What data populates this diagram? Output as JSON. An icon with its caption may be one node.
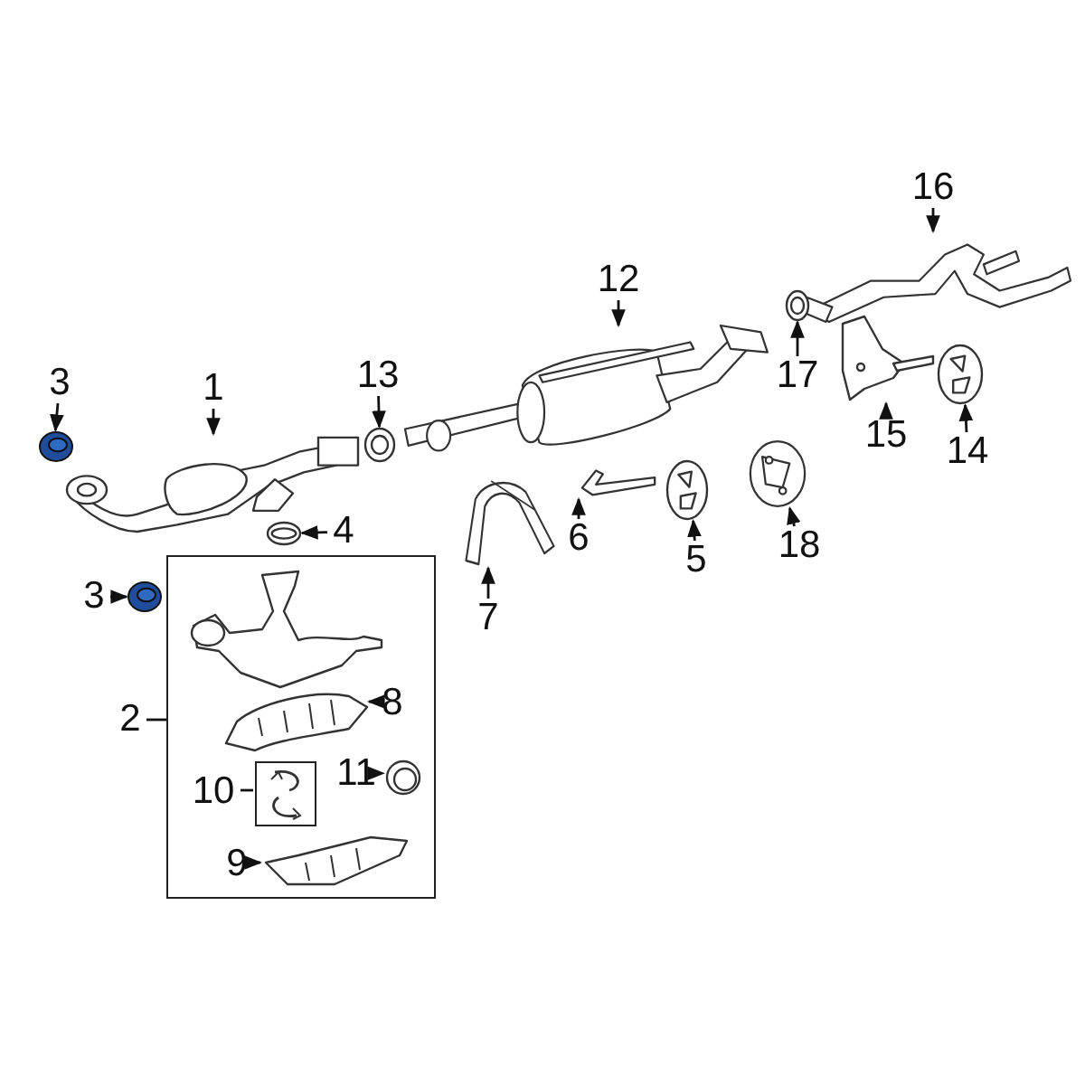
{
  "diagram": {
    "nodes": [
      {
        "text": [
          "3"
        ]
      },
      {
        "text": [],
        "shape": "picture"
      },
      {
        "text": [
          "1"
        ]
      },
      {
        "text": [],
        "shape": "picture"
      },
      {
        "text": [
          "13"
        ]
      },
      {
        "text": [],
        "shape": "picture"
      },
      {
        "text": [
          "12"
        ]
      },
      {
        "text": [],
        "shape": "picture"
      },
      {
        "text": [
          "16"
        ]
      },
      {
        "text": [],
        "shape": "picture"
      },
      {
        "text": [
          "17"
        ]
      },
      {
        "text": [],
        "shape": "picture"
      },
      {
        "text": [
          "15"
        ]
      },
      {
        "text": [],
        "shape": "picture"
      },
      {
        "text": [
          "14"
        ]
      },
      {
        "text": [],
        "shape": "picture"
      },
      {
        "text": [
          "4"
        ]
      },
      {
        "text": [],
        "shape": "picture"
      },
      {
        "text": [
          "7"
        ]
      },
      {
        "text": [],
        "shape": "picture"
      },
      {
        "text": [
          "6"
        ]
      },
      {
        "text": [],
        "shape": "picture"
      },
      {
        "text": [
          "5"
        ]
      },
      {
        "text": [],
        "shape": "picture"
      },
      {
        "text": [
          "18"
        ]
      },
      {
        "text": [],
        "shape": "picture"
      },
      {
        "text": [
          "3"
        ]
      },
      {
        "text": [],
        "shape": "picture"
      },
      {
        "text": [
          "2"
        ]
      },
      {
        "text": [],
        "shape": "box"
      },
      {
        "text": [
          "8"
        ],
        "in": 29
      },
      {
        "text": [],
        "shape": "picture",
        "in": 29
      },
      {
        "text": [
          "10"
        ],
        "in": 29
      },
      {
        "text": [],
        "shape": "box",
        "in": 29
      },
      {
        "text": [
          "11"
        ],
        "in": 29
      },
      {
        "text": [],
        "shape": "picture",
        "in": 29
      },
      {
        "text": [
          "9"
        ],
        "in": 29
      },
      {
        "text": [],
        "shape": "picture",
        "in": 29
      }
    ],
    "edges": [
      {
        "from": 0,
        "to": 1,
        "arrow": "to"
      },
      {
        "from": 2,
        "to": 3,
        "arrow": "to"
      },
      {
        "from": 4,
        "to": 5,
        "arrow": "to"
      },
      {
        "from": 6,
        "to": 7,
        "arrow": "to"
      },
      {
        "from": 8,
        "to": 9,
        "arrow": "to"
      },
      {
        "from": 10,
        "to": 11,
        "arrow": "to"
      },
      {
        "from": 12,
        "to": 13,
        "arrow": "to"
      },
      {
        "from": 14,
        "to": 15,
        "arrow": "to"
      },
      {
        "from": 16,
        "to": 17,
        "arrow": "to"
      },
      {
        "from": 18,
        "to": 19,
        "arrow": "to"
      },
      {
        "from": 20,
        "to": 21,
        "arrow": "to"
      },
      {
        "from": 22,
        "to": 23,
        "arrow": "to"
      },
      {
        "from": 24,
        "to": 25,
        "arrow": "to"
      },
      {
        "from": 26,
        "to": 27,
        "arrow": "to"
      },
      {
        "from": 28,
        "to": 29,
        "arrow": "none"
      },
      {
        "from": 30,
        "to": 31,
        "arrow": "to"
      },
      {
        "from": 32,
        "to": 33,
        "arrow": "none"
      },
      {
        "from": 34,
        "to": 35,
        "arrow": "to"
      },
      {
        "from": 36,
        "to": 37,
        "arrow": "to"
      }
    ]
  }
}
